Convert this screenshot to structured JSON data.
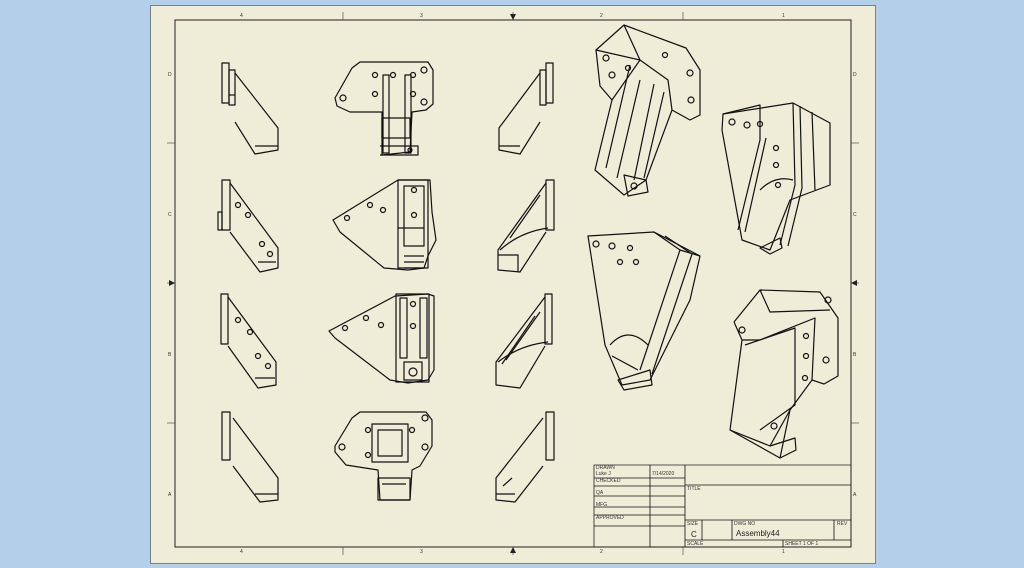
{
  "zones": {
    "columns": [
      "4",
      "3",
      "2",
      "1"
    ],
    "rows": [
      "D",
      "C",
      "B",
      "A"
    ]
  },
  "title_block": {
    "drawn_label": "DRAWN",
    "drawn_by": "Luke J",
    "drawn_date": "7/14/2020",
    "checked_label": "CHECKED",
    "qa_label": "QA",
    "mfg_label": "MFG",
    "approved_label": "APPROVED",
    "title_label": "TITLE",
    "size_label": "SIZE",
    "size_value": "C",
    "dwg_no_label": "DWG NO",
    "dwg_no_value": "Assembly44",
    "rev_label": "REV",
    "scale_label": "SCALE",
    "sheet_value": "SHEET 1  OF 1"
  }
}
